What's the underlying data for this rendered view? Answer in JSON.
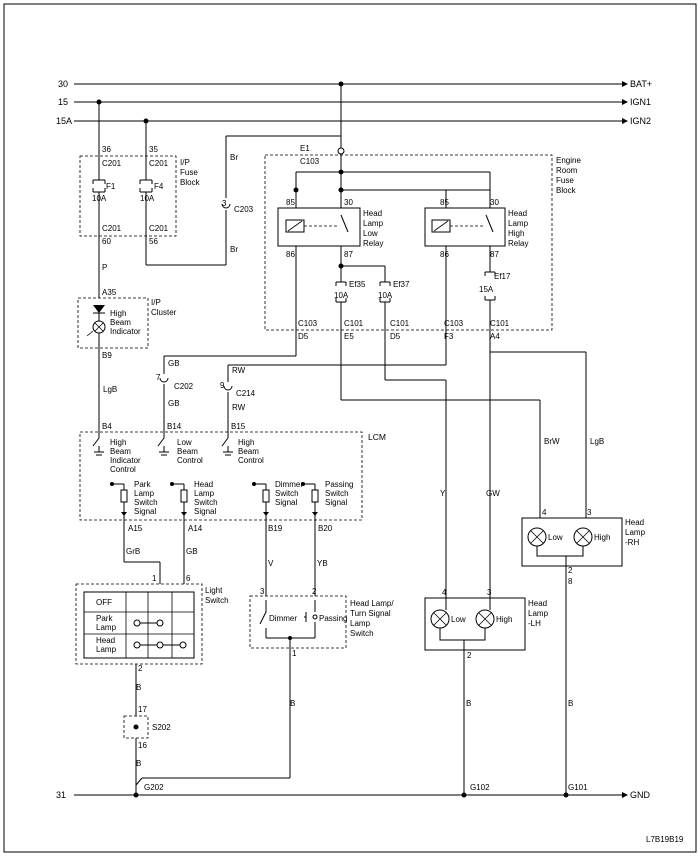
{
  "buses": {
    "bat_left": "30",
    "bat_right": "BAT+",
    "ign1_left": "15",
    "ign1_right": "IGN1",
    "ign2_left": "15A",
    "ign2_right": "IGN2",
    "gnd_left": "31",
    "gnd_right": "GND"
  },
  "ip_fuse_block": {
    "title": [
      "I/P",
      "Fuse",
      "Block"
    ],
    "f1": {
      "pin_top": "36",
      "conn_top": "C201",
      "name": "F1",
      "rating": "10A",
      "conn_bottom": "C201",
      "pin_bottom": "60"
    },
    "f4": {
      "pin_top": "35",
      "conn_top": "C201",
      "name": "F4",
      "rating": "10A",
      "conn_bottom": "C201",
      "pin_bottom": "56"
    }
  },
  "c203": {
    "wire_top": "Br",
    "name": "C203",
    "pin": "3",
    "wire_bottom": "Br"
  },
  "engine_fuse_block": {
    "title": [
      "Engine",
      "Room",
      "Fuse",
      "Block"
    ],
    "e1": "E1",
    "c103_top": "C103",
    "low_relay": {
      "label": [
        "Head",
        "Lamp",
        "Low",
        "Relay"
      ],
      "p85": "85",
      "p30": "30",
      "p86": "86",
      "p87": "87"
    },
    "high_relay": {
      "label": [
        "Head",
        "Lamp",
        "High",
        "Relay"
      ],
      "p85": "85",
      "p30": "30",
      "p86": "86",
      "p87": "87"
    },
    "ef35": {
      "name": "Ef35",
      "rating": "10A"
    },
    "ef37": {
      "name": "Ef37",
      "rating": "10A"
    },
    "ef17": {
      "name": "Ef17",
      "rating": "15A"
    },
    "bottom": [
      {
        "conn": "C103",
        "pin": "D5"
      },
      {
        "conn": "C101",
        "pin": "E5"
      },
      {
        "conn": "C101",
        "pin": "D5"
      },
      {
        "conn": "C103",
        "pin": "F3"
      },
      {
        "conn": "C101",
        "pin": "A4"
      }
    ]
  },
  "ip_cluster": {
    "pin_top": "A35",
    "wire_top": "P",
    "label": [
      "High",
      "Beam",
      "Indicator"
    ],
    "title": [
      "I/P",
      "Cluster"
    ],
    "pin_bottom": "B9"
  },
  "wires": {
    "lgb": "LgB",
    "gb1": "GB",
    "gb2": "GB",
    "rw1": "RW",
    "rw2": "RW",
    "brw": "BrW",
    "lgb2": "LgB",
    "y": "Y",
    "gw": "GW",
    "grb": "GrB",
    "gb3": "GB",
    "v": "V",
    "yb": "YB",
    "b1": "B",
    "b2": "B",
    "b3": "B",
    "b4": "B",
    "b5": "B"
  },
  "connectors": {
    "c202": {
      "name": "C202",
      "pin": "7"
    },
    "c214": {
      "name": "C214",
      "pin": "9"
    }
  },
  "lcm": {
    "title": "LCM",
    "controls": [
      {
        "pin": "B4",
        "label": [
          "High",
          "Beam",
          "Indicator",
          "Control"
        ]
      },
      {
        "pin": "B14",
        "label": [
          "Low",
          "Beam",
          "Control"
        ]
      },
      {
        "pin": "B15",
        "label": [
          "High",
          "Beam",
          "Control"
        ]
      }
    ],
    "signals": [
      {
        "pin": "A15",
        "label": [
          "Park",
          "Lamp",
          "Switch",
          "Signal"
        ]
      },
      {
        "pin": "A14",
        "label": [
          "Head",
          "Lamp",
          "Switch",
          "Signal"
        ]
      },
      {
        "pin": "B19",
        "label": [
          "Dimmer",
          "Switch",
          "Signal"
        ]
      },
      {
        "pin": "B20",
        "label": [
          "Passing",
          "Switch",
          "Signal"
        ]
      }
    ]
  },
  "light_switch": {
    "title": [
      "Light",
      "Switch"
    ],
    "row_off": "OFF",
    "row_park": [
      "Park",
      "Lamp"
    ],
    "row_head": [
      "Head",
      "Lamp"
    ],
    "pin1": "1",
    "pin6": "6",
    "pin2": "2"
  },
  "s202": {
    "name": "S202",
    "pin_top": "17",
    "pin_bottom": "16"
  },
  "turn_switch": {
    "title": [
      "Head Lamp/",
      "Turn Signal",
      "Lamp",
      "Switch"
    ],
    "dimmer": "Dimmer",
    "passing": "Passing",
    "pin3": "3",
    "pin2": "2",
    "pin1": "1"
  },
  "lamp_rh": {
    "title": [
      "Head",
      "Lamp",
      "-RH"
    ],
    "low": "Low",
    "high": "High",
    "pin4": "4",
    "pin3": "3",
    "pin2": "2",
    "pin8": "8"
  },
  "lamp_lh": {
    "title": [
      "Head",
      "Lamp",
      "-LH"
    ],
    "low": "Low",
    "high": "High",
    "pin4": "4",
    "pin3": "3",
    "pin2": "2"
  },
  "grounds": {
    "g202": "G202",
    "g102": "G102",
    "g101": "G101"
  },
  "diagram_code": "L7B19B19"
}
